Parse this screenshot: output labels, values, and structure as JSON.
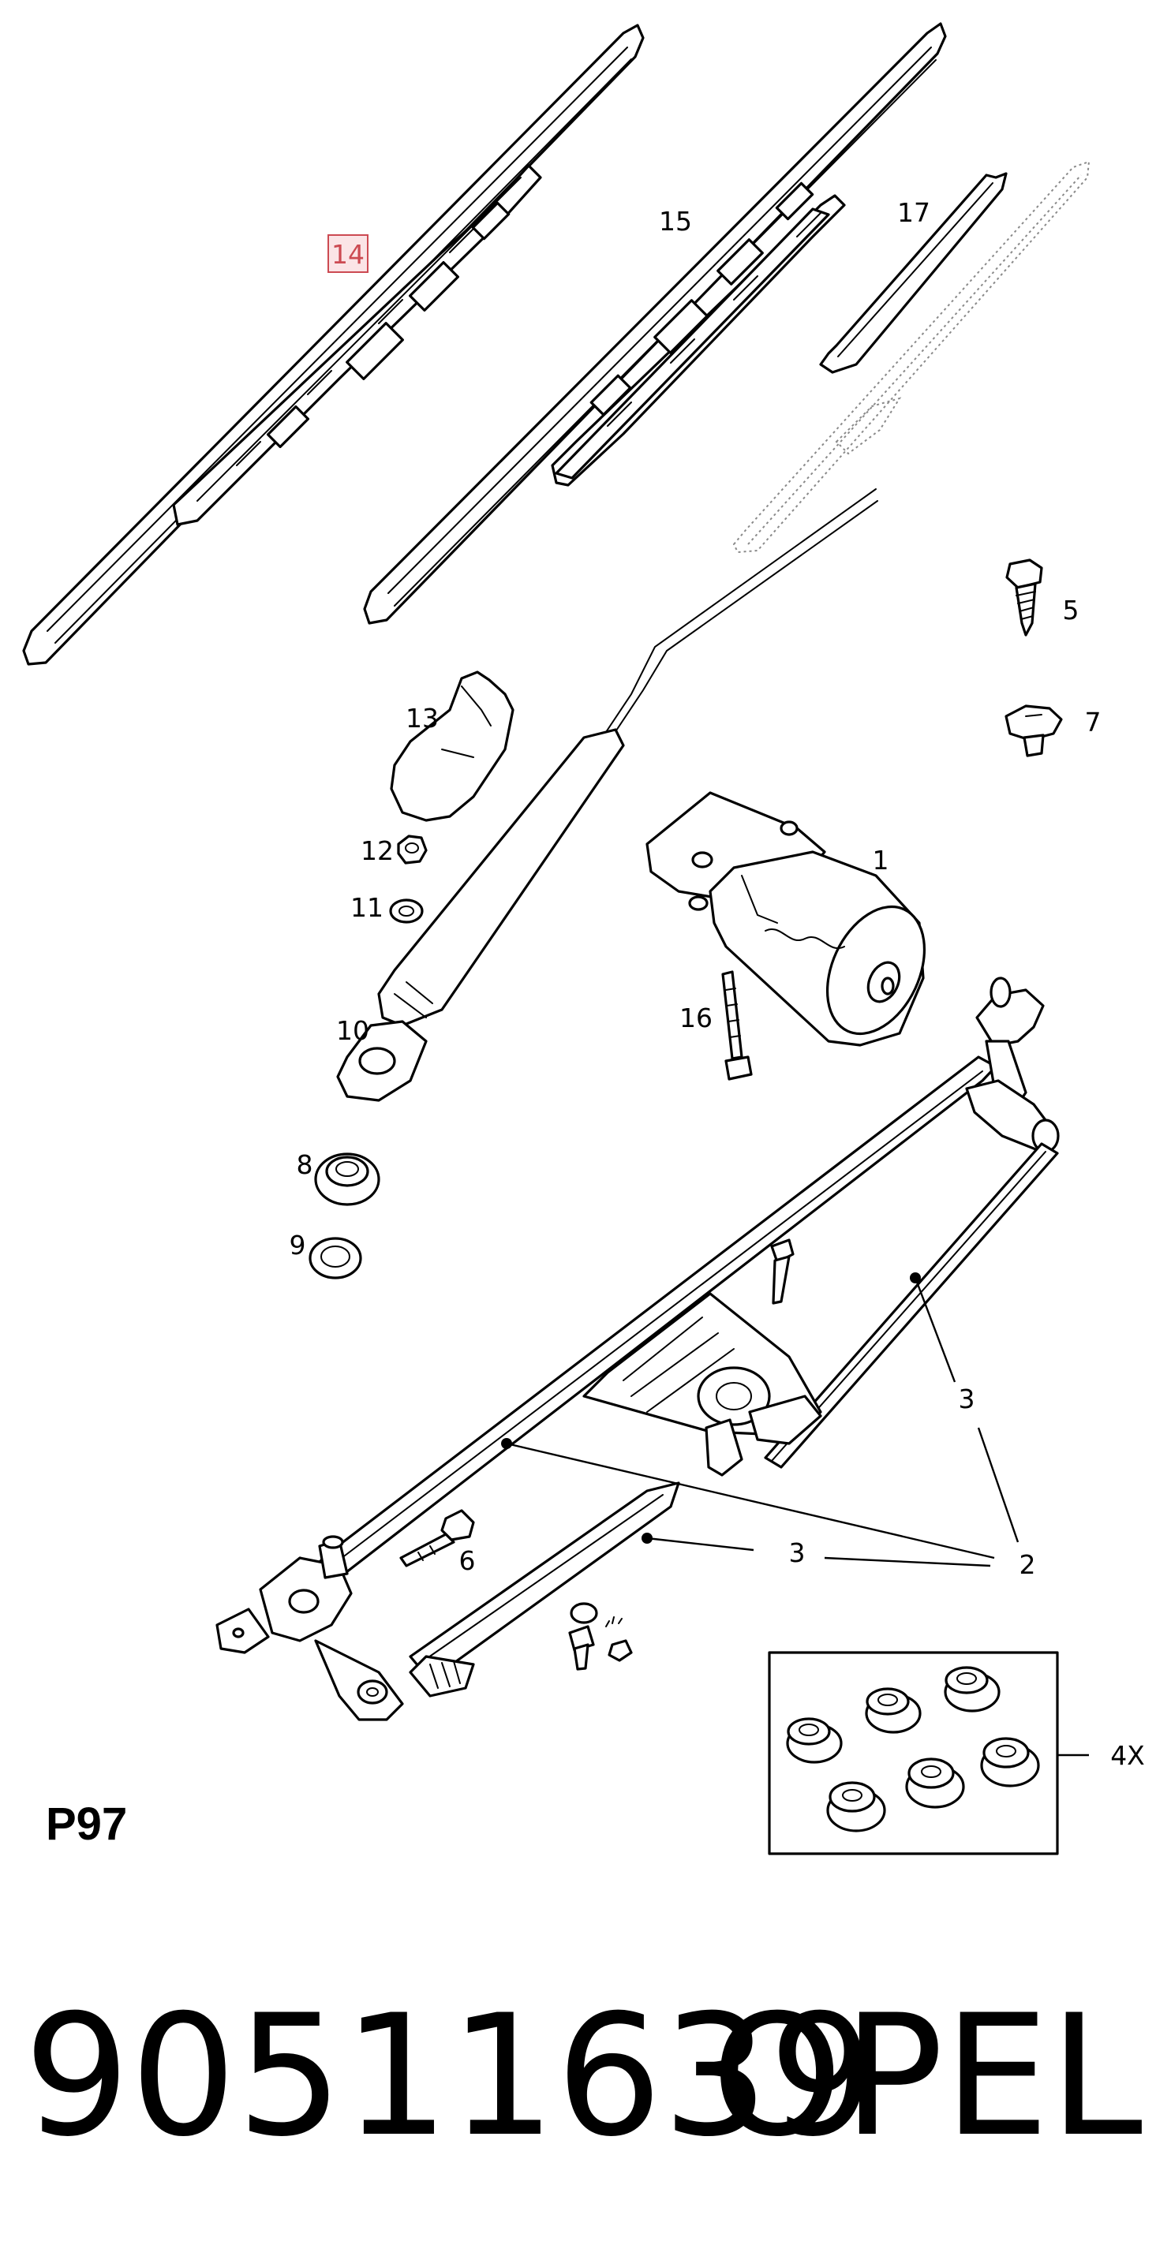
{
  "callouts": {
    "c14": "14",
    "c15": "15",
    "c17": "17",
    "c5": "5",
    "c7": "7",
    "c13": "13",
    "c1": "1",
    "c12": "12",
    "c11": "11",
    "c10": "10",
    "c16": "16",
    "c8": "8",
    "c9": "9",
    "c3a": "3",
    "c3b": "3",
    "c6": "6",
    "c2": "2",
    "c4x": "4X"
  },
  "page_code": "P97",
  "part_number": "90511639",
  "brand": "OPEL",
  "colors": {
    "highlight_border": "#cc4a52",
    "highlight_fill": "#fbe4e6",
    "line": "#000000"
  }
}
